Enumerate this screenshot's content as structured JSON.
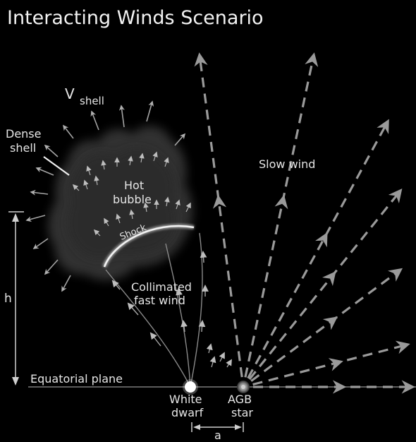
{
  "title": "Interacting Winds Scenario",
  "labels": {
    "v_shell_main": "V",
    "v_shell_sub": "shell",
    "dense_shell_1": "Dense",
    "dense_shell_2": "shell",
    "hot_bubble_1": "Hot",
    "hot_bubble_2": "bubble",
    "shock": "Shock",
    "collimated_1": "Collimated",
    "collimated_2": "fast wind",
    "slow_wind": "Slow wind",
    "h": "h",
    "equatorial_plane": "Equatorial plane",
    "white_dwarf_1": "White",
    "white_dwarf_2": "dwarf",
    "agb_1": "AGB",
    "agb_2": "star",
    "a": "a"
  },
  "colors": {
    "background": "#000000",
    "text": "#e6e6e6",
    "arrows": "#9a9a9a",
    "shell_glow": "#8a8a8a",
    "white_dwarf": "#ffffff",
    "agb_star": "#9a9a9a"
  }
}
